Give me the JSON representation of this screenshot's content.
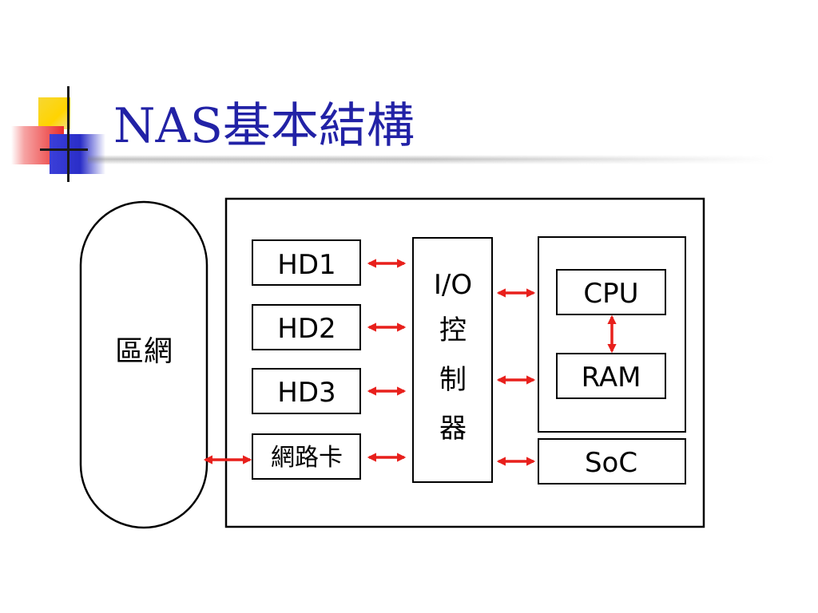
{
  "slide": {
    "title": "NAS基本結構"
  },
  "diagram": {
    "lan": "區網",
    "hd1": "HD1",
    "hd2": "HD2",
    "hd3": "HD3",
    "nic": "網路卡",
    "io_controller": [
      "I/O",
      "控",
      "制",
      "器"
    ],
    "cpu": "CPU",
    "ram": "RAM",
    "soc": "SoC",
    "arrow_color": "#e8201c"
  }
}
